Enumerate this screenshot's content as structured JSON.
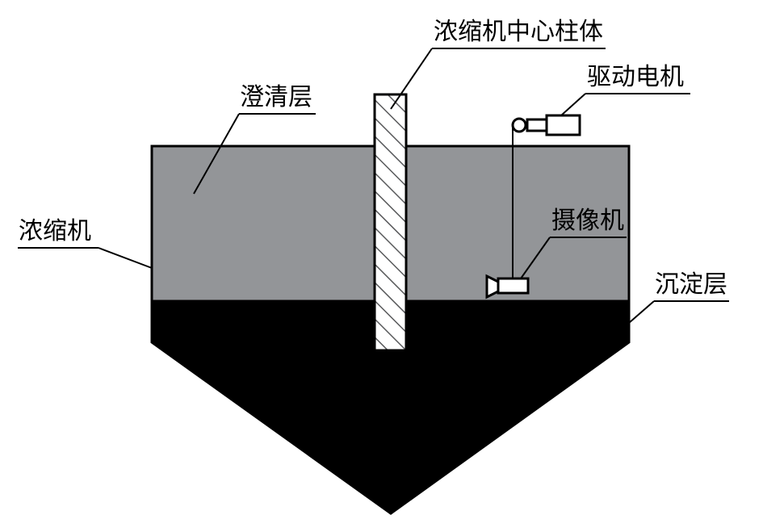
{
  "labels": {
    "center_column": "浓缩机中心柱体",
    "clarification_layer": "澄清层",
    "drive_motor": "驱动电机",
    "thickener": "浓缩机",
    "camera": "摄像机",
    "sediment_layer": "沉淀层"
  },
  "colors": {
    "clarification_fill": "#939598",
    "sediment_fill": "#000000",
    "column_fill": "#ffffff",
    "hatch_stroke": "#58595b",
    "outline": "#000000",
    "background": "#ffffff"
  }
}
